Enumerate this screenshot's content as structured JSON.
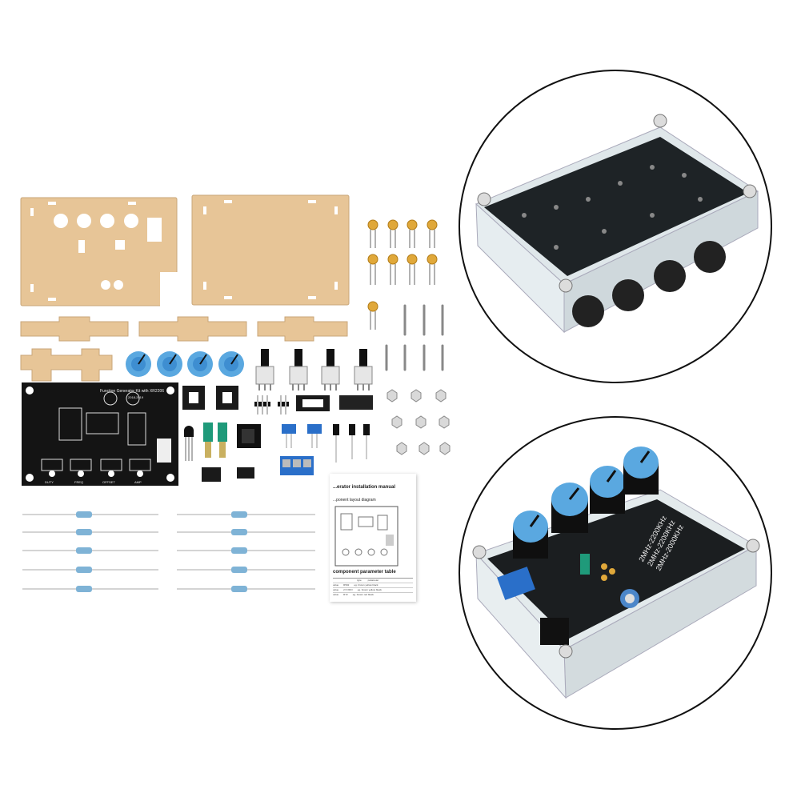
{
  "pcb": {
    "silkscreen_title": "Function Generator Kit with XR2206",
    "date": "2018-2019",
    "knob_labels": [
      "DUTY",
      "FREQ",
      "OFFSET",
      "AMP"
    ]
  },
  "manual": {
    "heading": "...erator installation manual",
    "layout_caption": "...ponent layout diagram",
    "table_caption": "component parameter table",
    "table_header": [
      "type",
      "parameter"
    ],
    "table_rows": [
      [
        "value",
        "R502",
        "eg. brown yellow black"
      ],
      [
        "value",
        "2.5 XRO",
        "eg. brown yellow black"
      ],
      [
        "value",
        "R72",
        "eg. brown red black"
      ]
    ]
  },
  "assembled_closeup": {
    "board_markings": [
      "2MHz-2200KHz",
      "2MHz-2200KHz",
      "2MHz-2000KHz"
    ]
  },
  "colors": {
    "acrylic": "#e7c597",
    "pcb": "#141414",
    "knob_blue": "#5aa8e0",
    "terminal_blue": "#2a6fc9",
    "jumper_green": "#1f9a7a"
  }
}
